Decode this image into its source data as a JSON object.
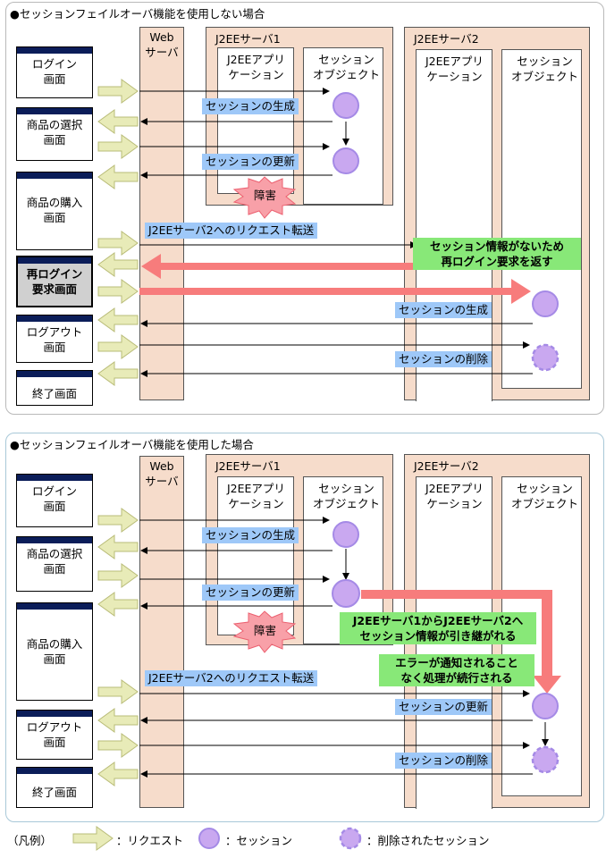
{
  "top": {
    "title": "●セッションフェイルオーバ機能を使用しない場合",
    "web_server": [
      "Web",
      "サーバ"
    ],
    "server1": {
      "title": "J2EEサーバ1",
      "app": [
        "J2EEアプリ",
        "ケーション"
      ],
      "session": [
        "セッション",
        "オブジェクト"
      ]
    },
    "server2": {
      "title": "J2EEサーバ2",
      "app": [
        "J2EEアプリ",
        "ケーション"
      ],
      "session": [
        "セッション",
        "オブジェクト"
      ]
    },
    "screens": {
      "login": [
        "ログイン",
        "画面"
      ],
      "select": [
        "商品の選択",
        "画面"
      ],
      "purchase": [
        "商品の購入",
        "画面"
      ],
      "relogin": [
        "再ログイン",
        "要求画面"
      ],
      "logout": [
        "ログアウト",
        "画面"
      ],
      "end": [
        "終了画面"
      ]
    },
    "labels": {
      "create1": "セッションの生成",
      "update1": "セッションの更新",
      "fault": "障害",
      "transfer": "J2EEサーバ2へのリクエスト転送",
      "no_session": [
        "セッション情報がないため",
        "再ログイン要求を返す"
      ],
      "create2": "セッションの生成",
      "delete2": "セッションの削除"
    }
  },
  "bottom": {
    "title": "●セッションフェイルオーバ機能を使用した場合",
    "web_server": [
      "Web",
      "サーバ"
    ],
    "server1": {
      "title": "J2EEサーバ1",
      "app": [
        "J2EEアプリ",
        "ケーション"
      ],
      "session": [
        "セッション",
        "オブジェクト"
      ]
    },
    "server2": {
      "title": "J2EEサーバ2",
      "app": [
        "J2EEアプリ",
        "ケーション"
      ],
      "session": [
        "セッション",
        "オブジェクト"
      ]
    },
    "screens": {
      "login": [
        "ログイン",
        "画面"
      ],
      "select": [
        "商品の選択",
        "画面"
      ],
      "purchase": [
        "商品の購入",
        "画面"
      ],
      "logout": [
        "ログアウト",
        "画面"
      ],
      "end": [
        "終了画面"
      ]
    },
    "labels": {
      "create1": "セッションの生成",
      "update1": "セッションの更新",
      "fault": "障害",
      "inherit": [
        "J2EEサーバ1からJ2EEサーバ2へ",
        "セッション情報が引き継がれる"
      ],
      "continue": [
        "エラーが通知されること",
        "なく処理が続行される"
      ],
      "transfer": "J2EEサーバ2へのリクエスト転送",
      "update2": "セッションの更新",
      "delete2": "セッションの削除"
    }
  },
  "legend": {
    "prefix": "（凡例）",
    "request": "：リクエスト",
    "session": "：セッション",
    "deleted": "：削除されたセッション"
  },
  "colors": {
    "server_fill": "#f6dccb",
    "request_arrow": "#e8ebb8",
    "session": "#c9a8f0",
    "session_border": "#a58ae6",
    "label_blue": "#9ec8f8",
    "note_green": "#88e878",
    "big_arrow": "#f77c7c",
    "window_bar": "#0b1d59"
  }
}
